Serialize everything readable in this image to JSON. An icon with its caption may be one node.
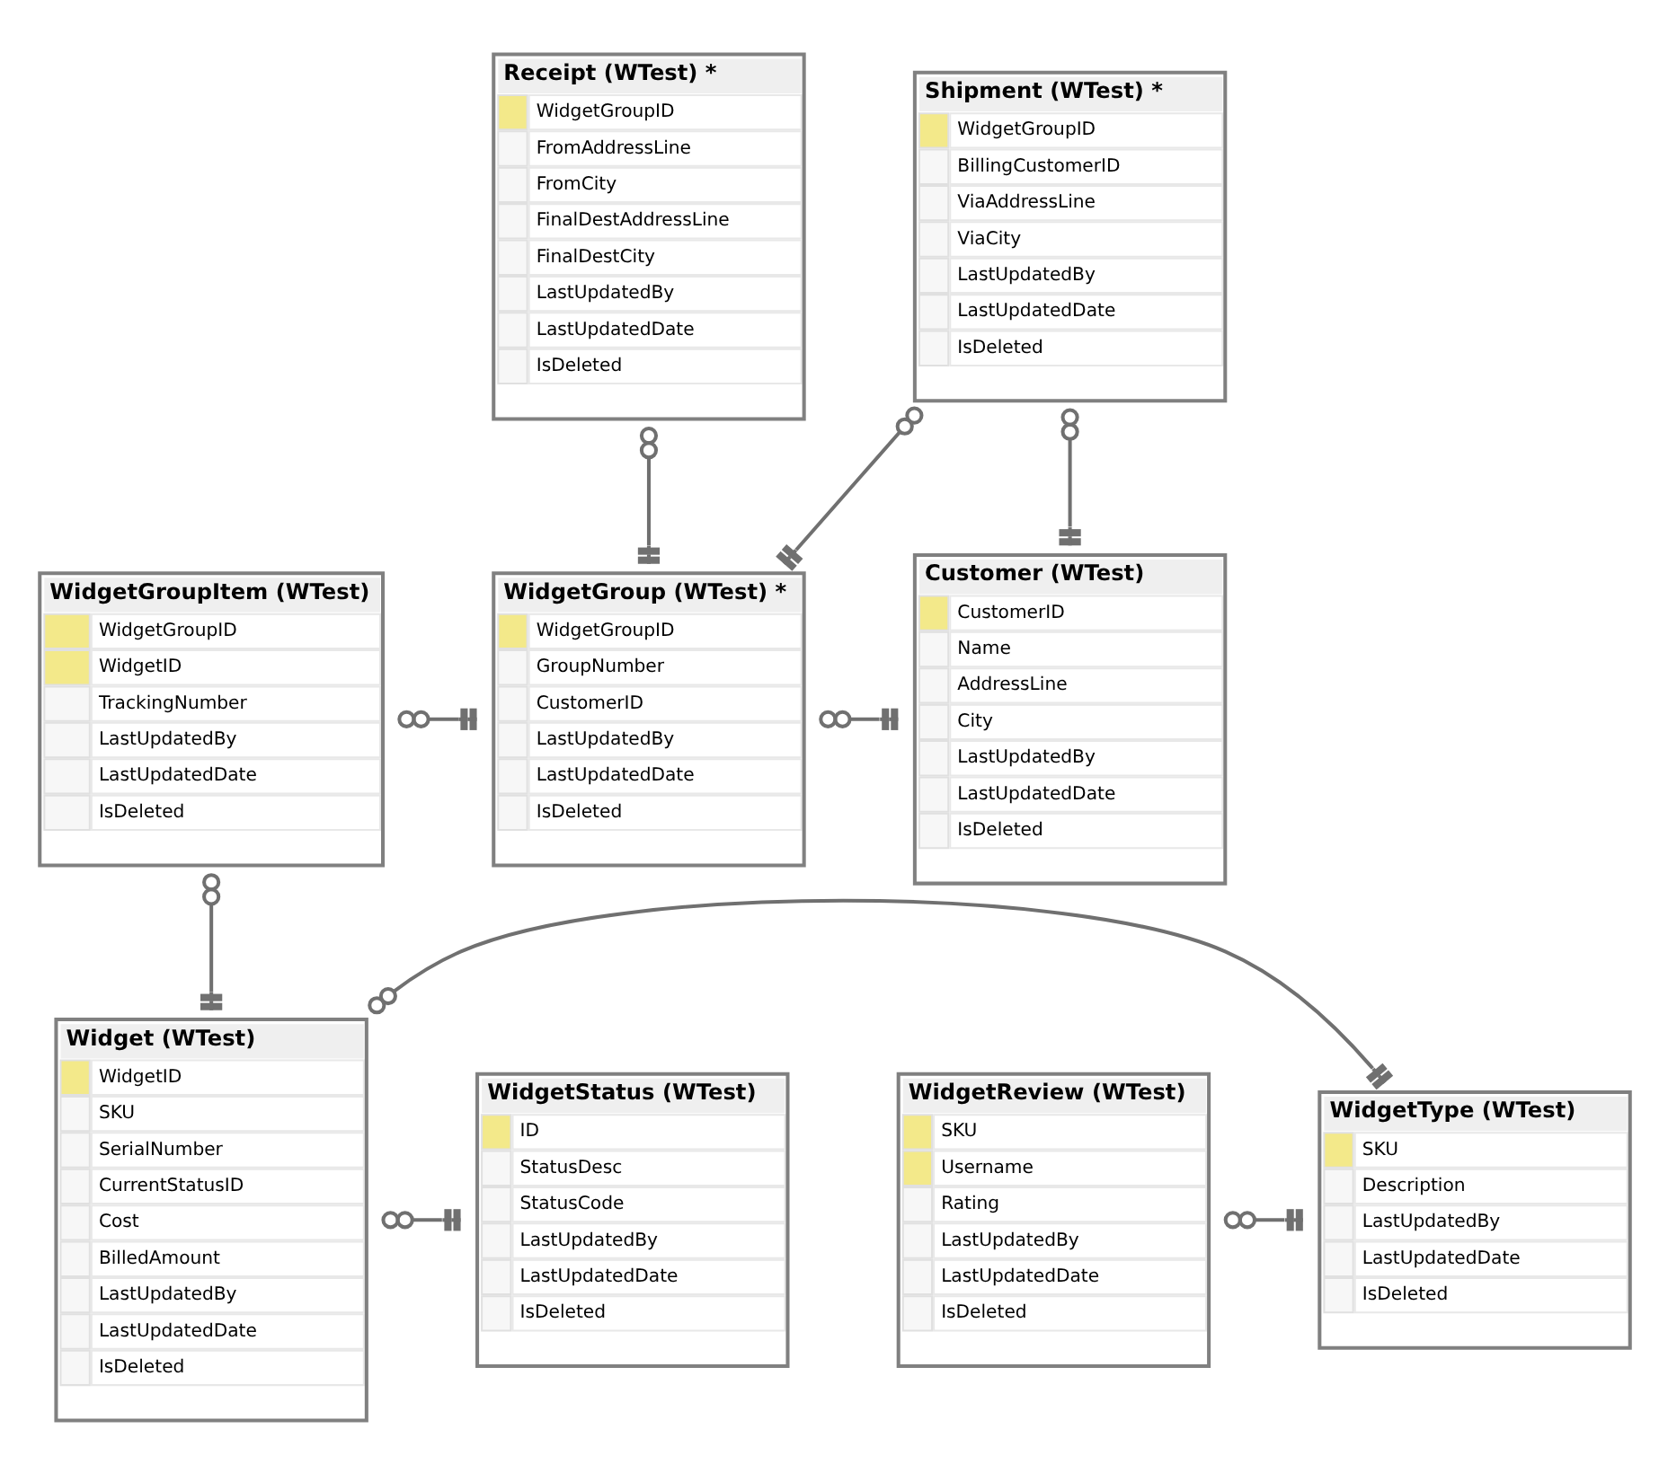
{
  "diagram": {
    "nodes": [
      {
        "text": [
          "Receipt (WTest) *",
          "WidgetGroupID",
          "FromAddressLine",
          "FromCity",
          "FinalDestAddressLine",
          "FinalDestCity",
          "LastUpdatedBy",
          "LastUpdatedDate",
          "IsDeleted"
        ]
      },
      {
        "text": [
          "Shipment (WTest) *",
          "WidgetGroupID",
          "BillingCustomerID",
          "ViaAddressLine",
          "ViaCity",
          "LastUpdatedBy",
          "LastUpdatedDate",
          "IsDeleted"
        ]
      },
      {
        "text": [
          "WidgetGroupItem (WTest)",
          "WidgetGroupID",
          "WidgetID",
          "TrackingNumber",
          "LastUpdatedBy",
          "LastUpdatedDate",
          "IsDeleted"
        ]
      },
      {
        "text": [
          "WidgetGroup (WTest) *",
          "WidgetGroupID",
          "GroupNumber",
          "CustomerID",
          "LastUpdatedBy",
          "LastUpdatedDate",
          "IsDeleted"
        ]
      },
      {
        "text": [
          "Customer (WTest)",
          "CustomerID",
          "Name",
          "AddressLine",
          "City",
          "LastUpdatedBy",
          "LastUpdatedDate",
          "IsDeleted"
        ]
      },
      {
        "text": [
          "Widget (WTest)",
          "WidgetID",
          "SKU",
          "SerialNumber",
          "CurrentStatusID",
          "Cost",
          "BilledAmount",
          "LastUpdatedBy",
          "LastUpdatedDate",
          "IsDeleted"
        ]
      },
      {
        "text": [
          "WidgetType (WTest)",
          "SKU",
          "Description",
          "LastUpdatedBy",
          "LastUpdatedDate",
          "IsDeleted"
        ]
      },
      {
        "text": [
          "WidgetReview (WTest)",
          "SKU",
          "Username",
          "Rating",
          "LastUpdatedBy",
          "LastUpdatedDate",
          "IsDeleted"
        ]
      },
      {
        "text": [
          "WidgetStatus (WTest)",
          "ID",
          "StatusDesc",
          "StatusCode",
          "LastUpdatedBy",
          "LastUpdatedDate",
          "IsDeleted"
        ]
      }
    ],
    "edges": [
      {
        "from": 0,
        "to": 3,
        "arrow": "other"
      },
      {
        "from": 1,
        "to": 3,
        "arrow": "other"
      },
      {
        "from": 1,
        "to": 4,
        "arrow": "other"
      },
      {
        "from": 2,
        "to": 3,
        "arrow": "other"
      },
      {
        "from": 3,
        "to": 4,
        "arrow": "other"
      },
      {
        "from": 2,
        "to": 5,
        "arrow": "other"
      },
      {
        "from": 5,
        "to": 6,
        "arrow": "other"
      },
      {
        "from": 7,
        "to": 6,
        "arrow": "other"
      },
      {
        "from": 5,
        "to": 8,
        "arrow": "other"
      }
    ]
  }
}
